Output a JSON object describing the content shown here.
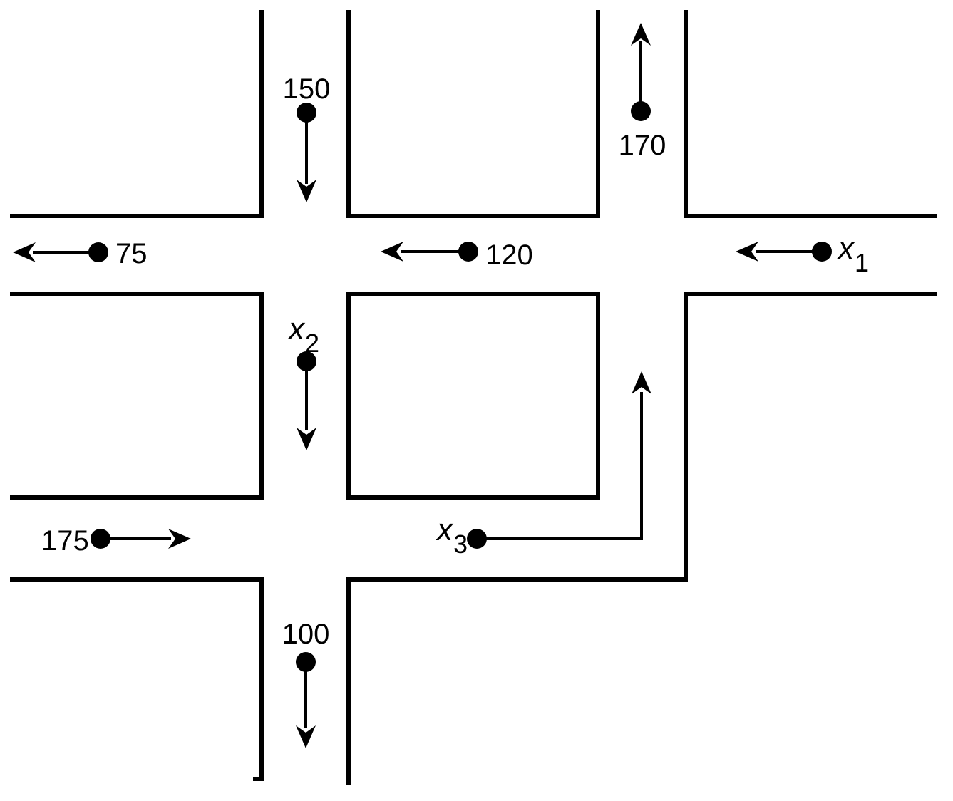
{
  "colors": {
    "ink": "#000000",
    "background": "#ffffff"
  },
  "flows": [
    {
      "id": "flow-150",
      "label": "150",
      "direction": "down"
    },
    {
      "id": "flow-170",
      "label": "170",
      "direction": "up"
    },
    {
      "id": "flow-75",
      "label": "75",
      "direction": "left"
    },
    {
      "id": "flow-120",
      "label": "120",
      "direction": "left"
    },
    {
      "id": "flow-x1",
      "base": "x",
      "sub": "1",
      "direction": "left"
    },
    {
      "id": "flow-x2",
      "base": "x",
      "sub": "2",
      "direction": "down"
    },
    {
      "id": "flow-x3",
      "base": "x",
      "sub": "3",
      "direction": "right-then-up"
    },
    {
      "id": "flow-175",
      "label": "175",
      "direction": "right"
    },
    {
      "id": "flow-100",
      "label": "100",
      "direction": "down"
    }
  ]
}
